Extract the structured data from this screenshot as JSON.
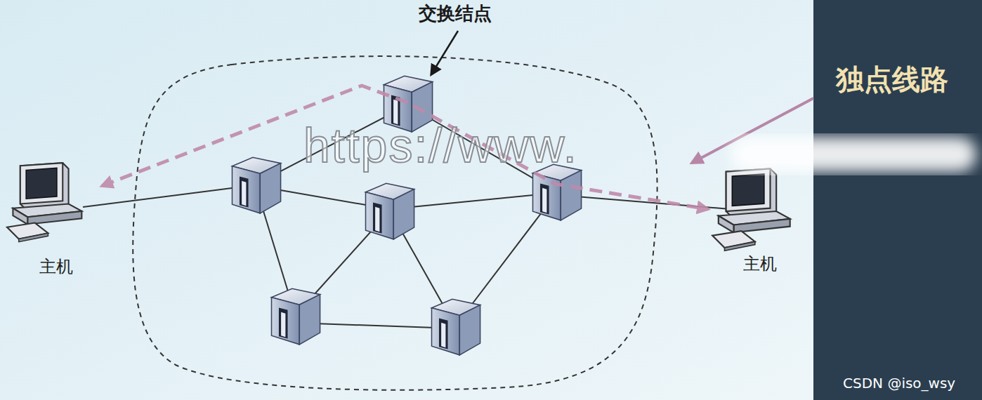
{
  "diagram": {
    "nodes": [
      {
        "text": [
          "主机"
        ]
      },
      {
        "text": [
          "主机"
        ]
      }
    ],
    "edges": [
      {
        "from": 0,
        "to": 1,
        "arrow": "both"
      }
    ],
    "labels": [
      "交换结点",
      "独点线路",
      "https://www.",
      "CSDN @iso_wsy"
    ]
  }
}
